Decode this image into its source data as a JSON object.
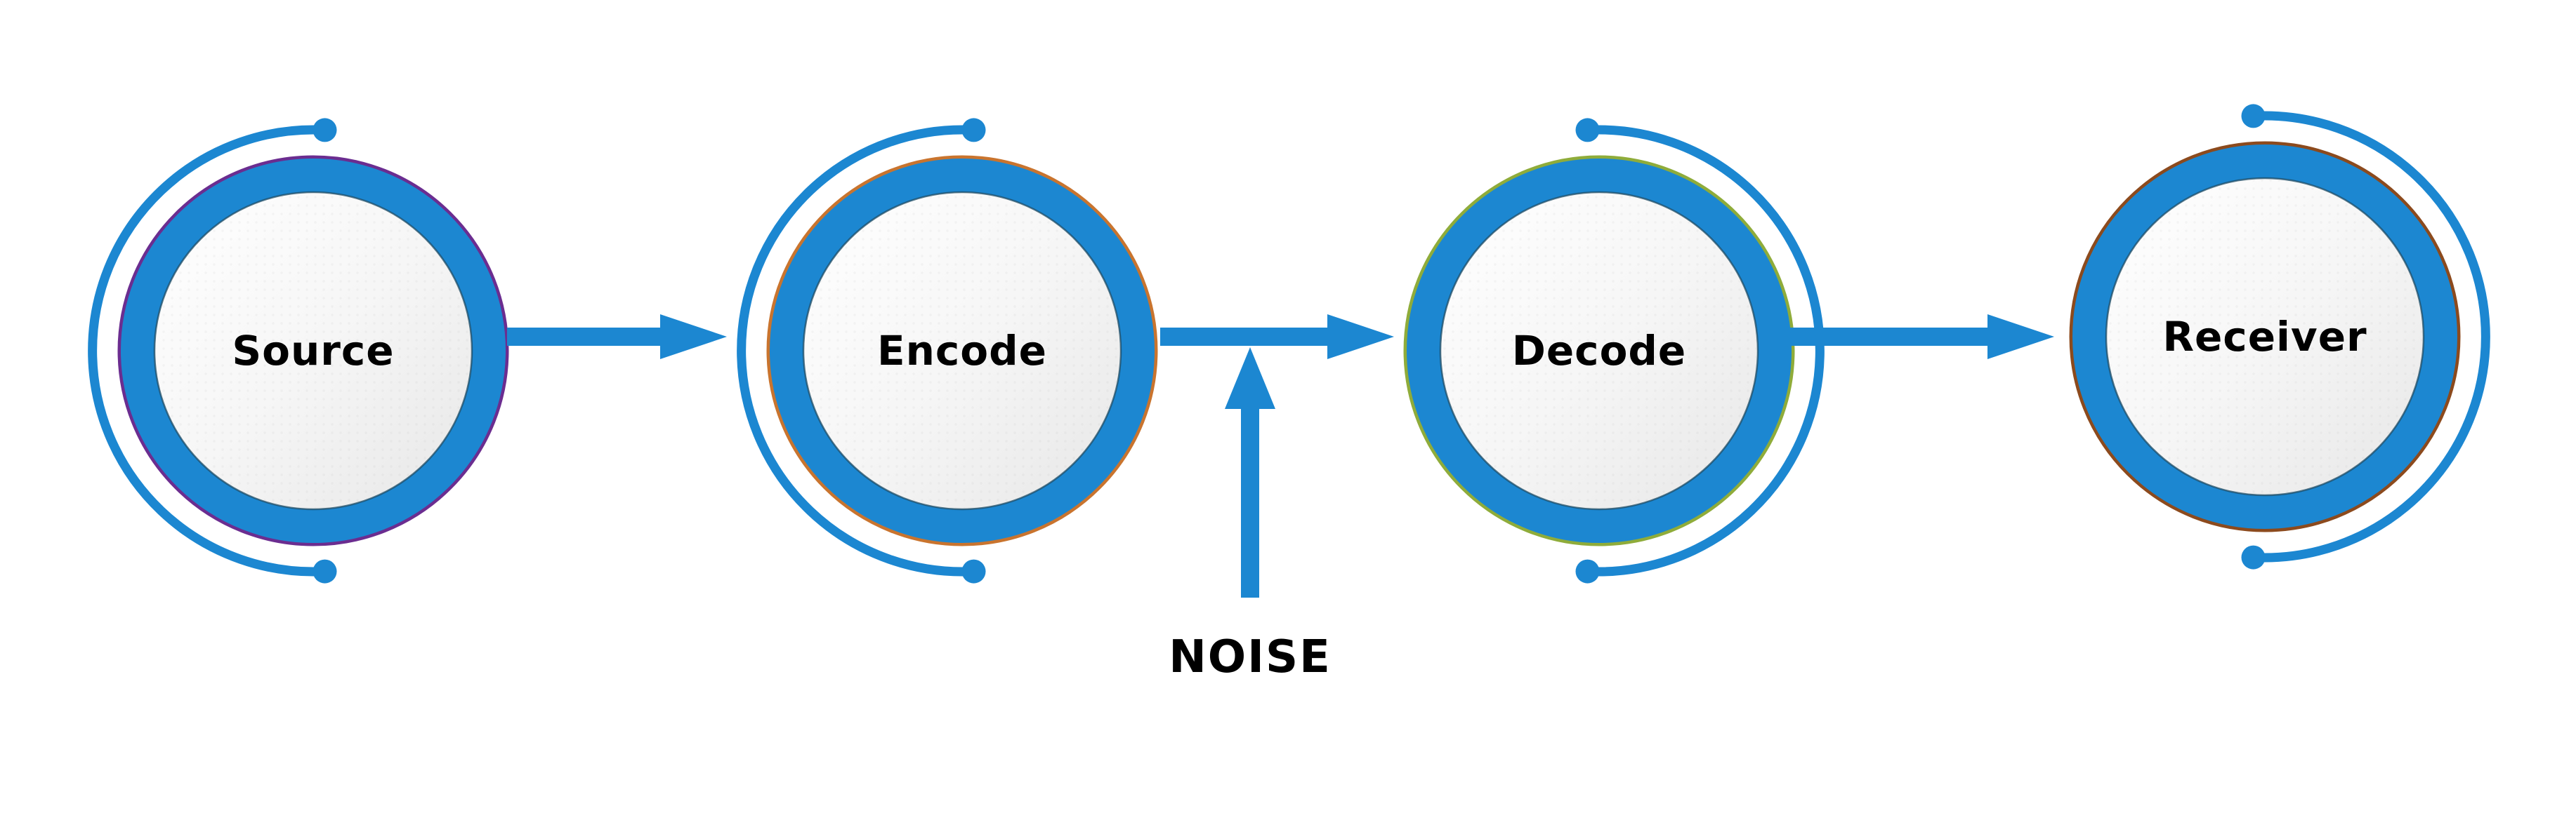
{
  "diagram": {
    "description": "Communication process flow diagram",
    "nodes": [
      {
        "id": "source",
        "label": "Source",
        "accent_color": "#6b2d90",
        "arc_side": "left"
      },
      {
        "id": "encode",
        "label": "Encode",
        "accent_color": "#c9742e",
        "arc_side": "left"
      },
      {
        "id": "decode",
        "label": "Decode",
        "accent_color": "#8fac3a",
        "arc_side": "right"
      },
      {
        "id": "receiver",
        "label": "Receiver",
        "accent_color": "#8c4a1d",
        "arc_side": "right"
      }
    ],
    "noise": {
      "label": "NOISE"
    },
    "flow": "Source → Encode → Decode → Receiver, with NOISE entering the Encode→Decode channel",
    "colors": {
      "primary_blue": "#1c87d1",
      "text": "#000000",
      "background": "#ffffff",
      "inner_circle_light": "#fdfdfd",
      "inner_circle_shade": "#e7e7e7",
      "inner_edge_dark": "#1b4a63"
    }
  }
}
